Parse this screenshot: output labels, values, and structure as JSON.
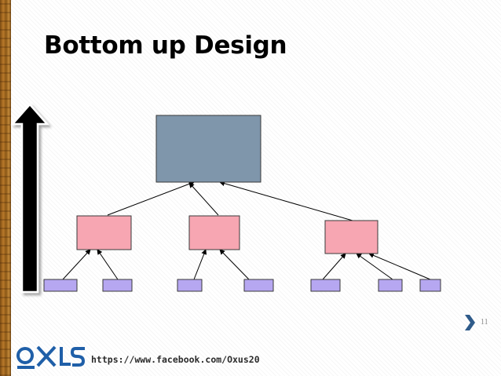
{
  "slide": {
    "title": "Bottom up Design",
    "page_number": "11",
    "footer_url": "https://www.facebook.com/Oxus20"
  },
  "diagram": {
    "levels": [
      {
        "level": "top",
        "count": 1,
        "fill": "#7f96ab"
      },
      {
        "level": "middle",
        "count": 3,
        "fill": "#f7a6b2"
      },
      {
        "level": "bottom",
        "count": 7,
        "fill": "#b6a7f1"
      }
    ],
    "arrow_direction": "up"
  },
  "colors": {
    "big_arrow": "#000000",
    "chevron": "#2f5b8a",
    "logo_blue": "#1f5fa8"
  },
  "icons": [
    "upward-arrow-icon",
    "chevron-right-icon",
    "logo-icon"
  ]
}
